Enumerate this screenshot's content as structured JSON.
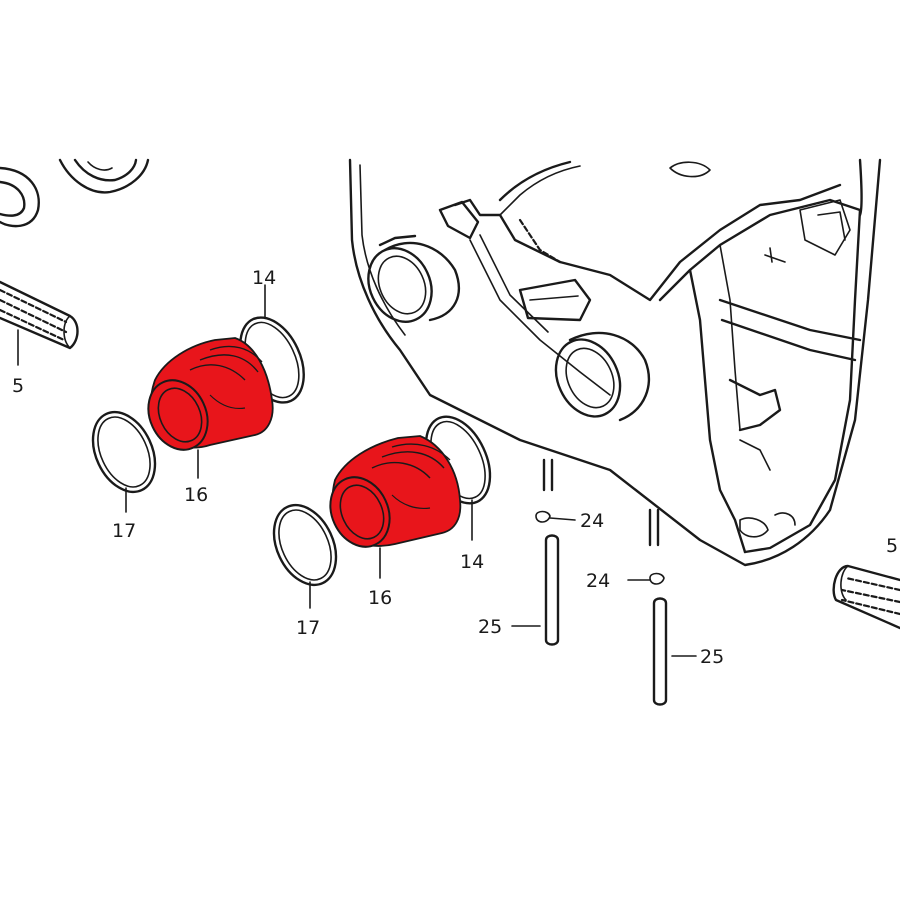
{
  "colors": {
    "ink": "#1a1a1a",
    "highlight": "#e8151b",
    "background": "#ffffff"
  },
  "callouts": {
    "c5_left": "5",
    "c14_upper": "14",
    "c16_left": "16",
    "c17_left": "17",
    "c16_right": "16",
    "c14_lower": "14",
    "c17_right": "17",
    "c24_upper": "24",
    "c24_lower": "24",
    "c25_left": "25",
    "c25_right": "25",
    "c5_right": "5"
  }
}
